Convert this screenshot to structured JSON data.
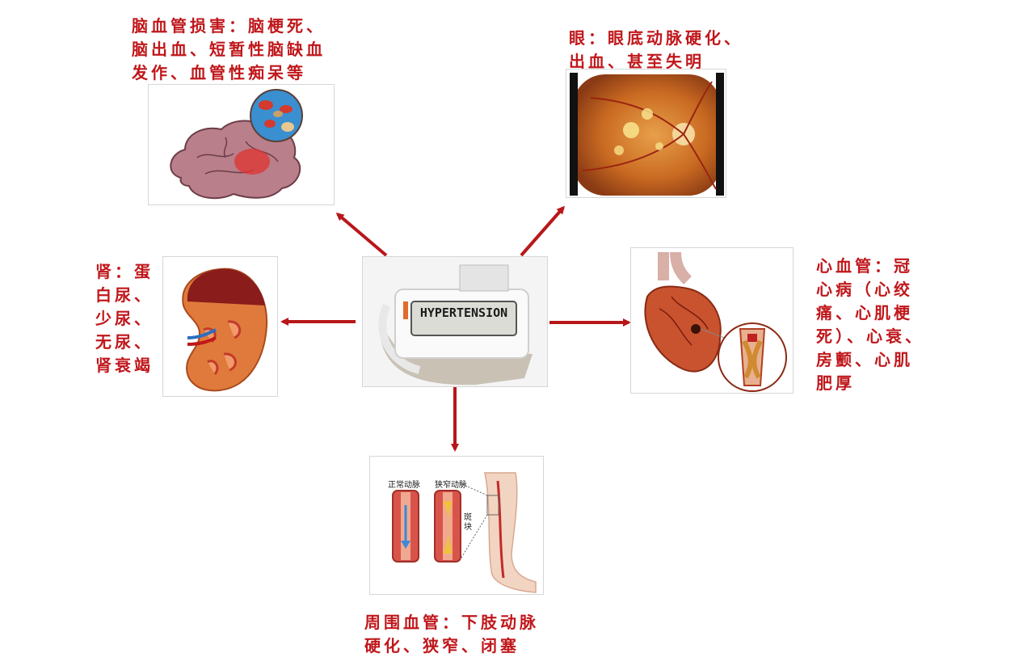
{
  "labels": {
    "brain": "脑血管损害：脑梗死、\n脑出血、短暂性脑缺血\n发作、血管性痴呆等",
    "eye": "眼：眼底动脉硬化、\n出血、甚至失明",
    "kidney": "肾：蛋\n白尿、\n少尿、\n无尿、\n肾衰竭",
    "heart": "心血管：冠\n心病（心绞\n痛、心肌梗\n死）、心衰、\n房颤、心肌\n肥厚",
    "peripheral": "周围血管：下肢动脉\n硬化、狭窄、闭塞"
  },
  "center": {
    "display_text": "HYPERTENSION"
  },
  "artery_panel": {
    "normal_label": "正常动脉",
    "narrow_label": "狭窄动脉",
    "plaque_label": "斑\n块"
  },
  "colors": {
    "accent": "#c0171b",
    "arrow": "#b8171a"
  },
  "icons": [
    "brain-illustration",
    "retina-photo",
    "kidney-illustration",
    "heart-illustration",
    "blood-pressure-monitor",
    "artery-leg-illustration"
  ]
}
